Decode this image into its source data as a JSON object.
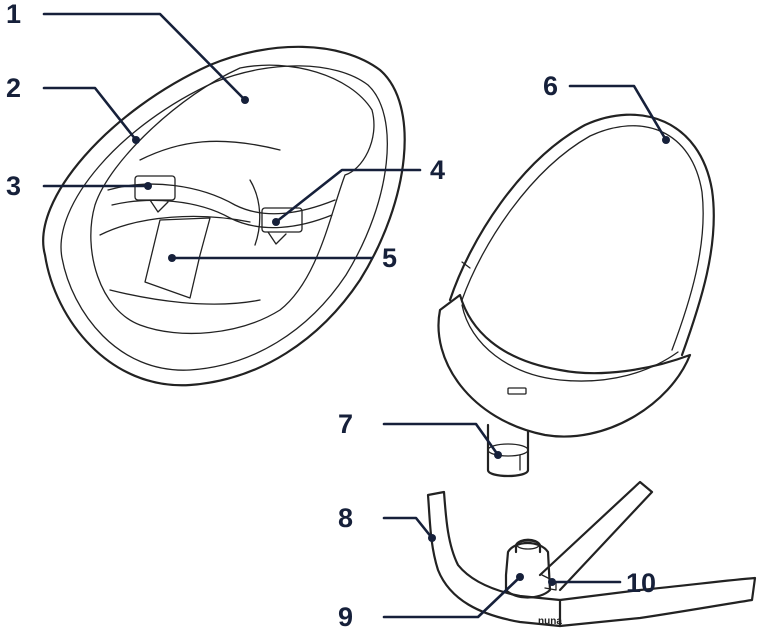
{
  "colors": {
    "line_art": "#222222",
    "callout": "#16203a",
    "background": "#ffffff"
  },
  "callouts": [
    {
      "id": "1",
      "label": "1"
    },
    {
      "id": "2",
      "label": "2"
    },
    {
      "id": "3",
      "label": "3"
    },
    {
      "id": "4",
      "label": "4"
    },
    {
      "id": "5",
      "label": "5"
    },
    {
      "id": "6",
      "label": "6"
    },
    {
      "id": "7",
      "label": "7"
    },
    {
      "id": "8",
      "label": "8"
    },
    {
      "id": "9",
      "label": "9"
    },
    {
      "id": "10",
      "label": "10"
    }
  ],
  "base_logo_text": "nuna"
}
